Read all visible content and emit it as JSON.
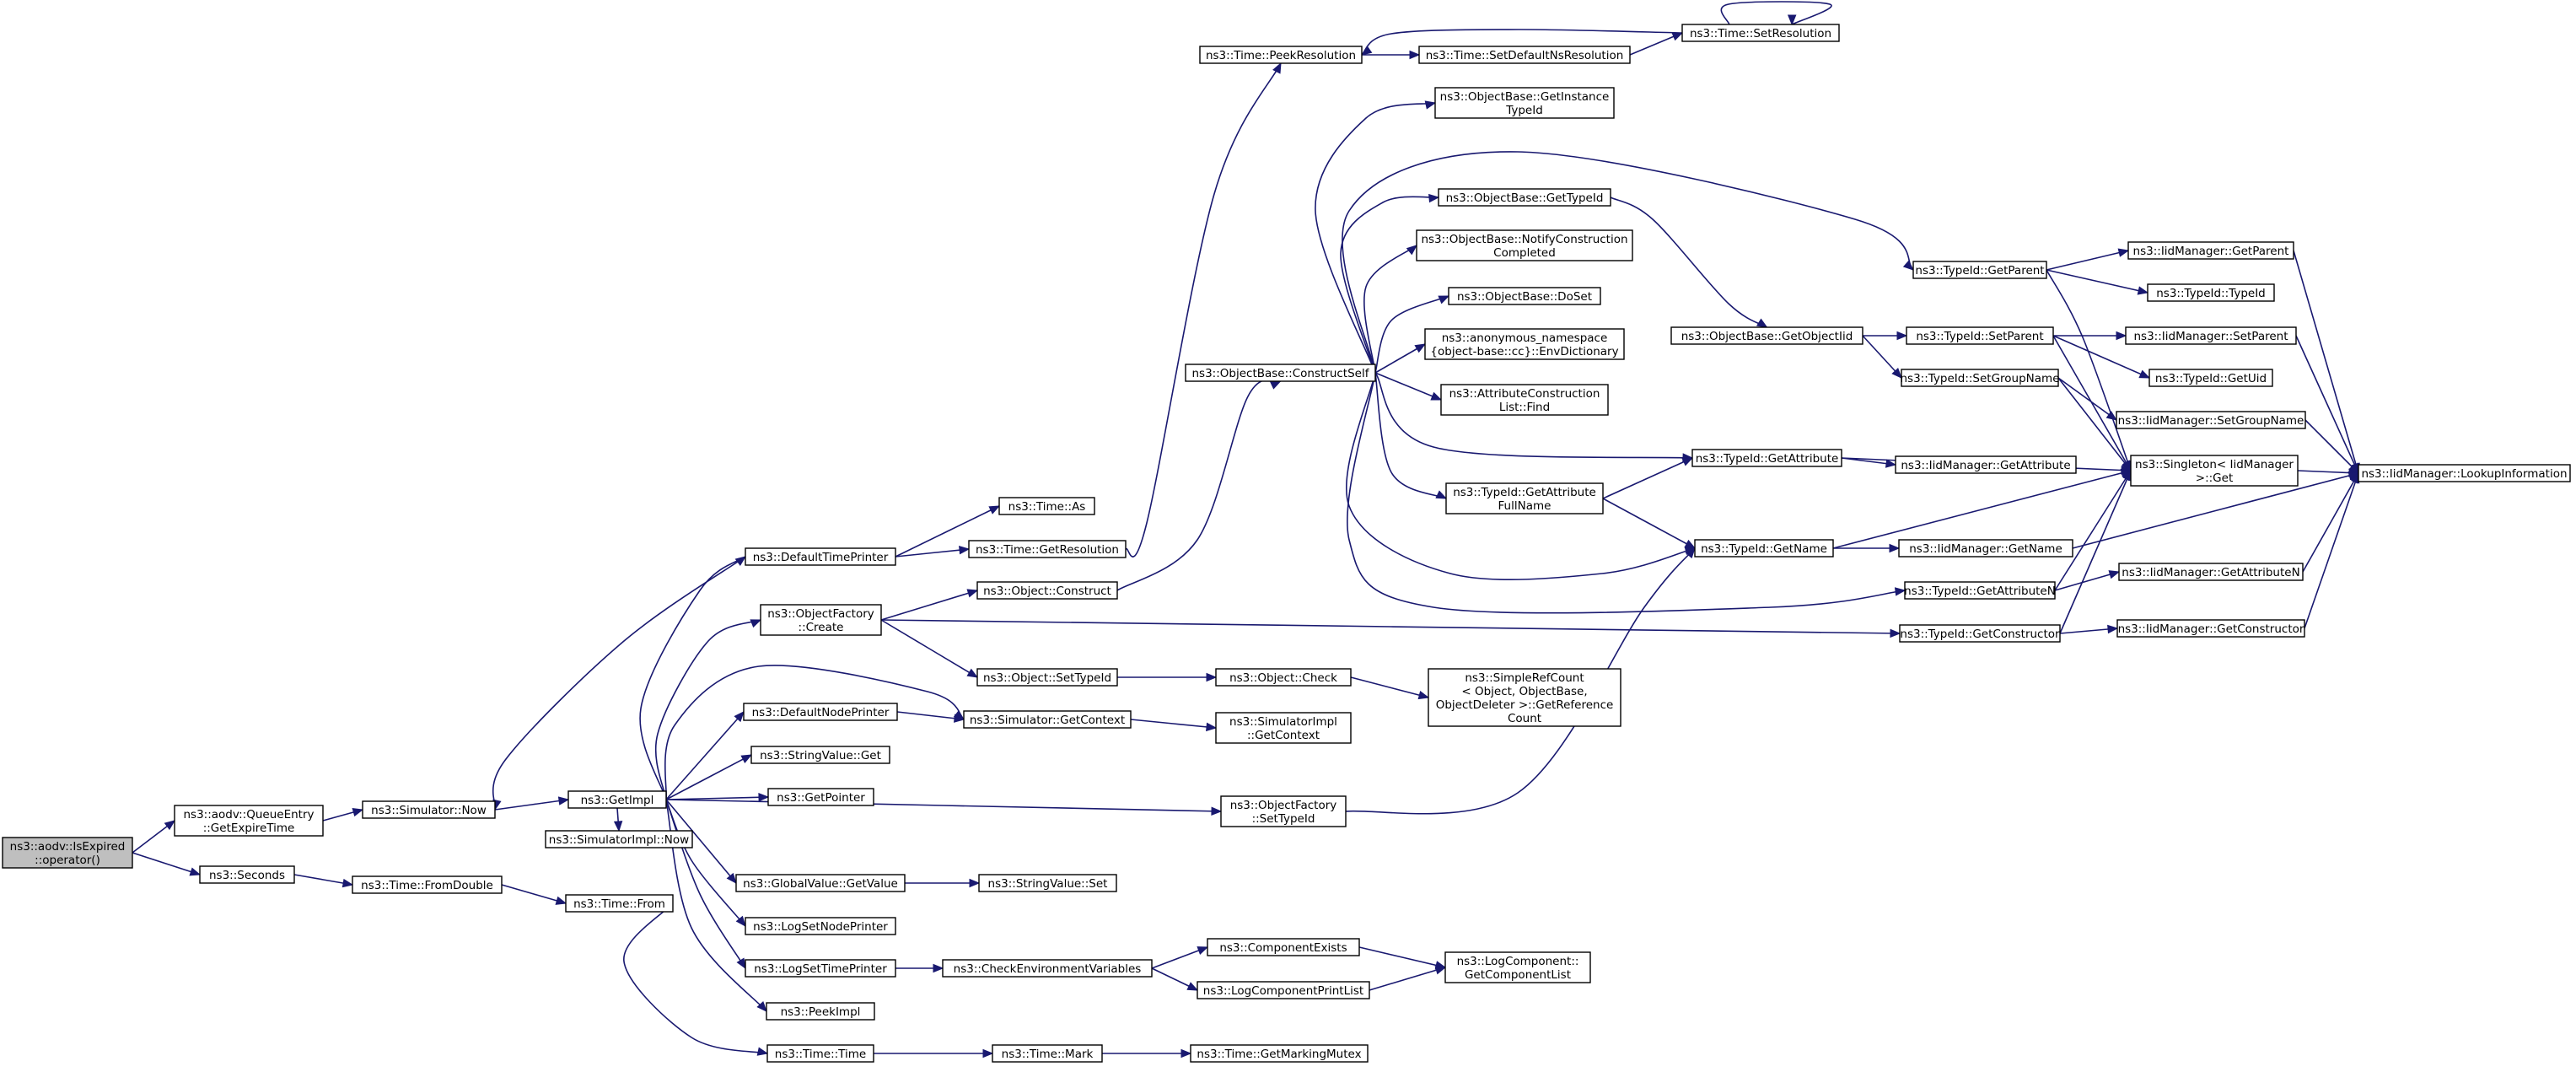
{
  "graph": {
    "colors": {
      "edge": "#191970",
      "node_border": "#000000",
      "node_fill": "#ffffff",
      "root_fill": "#bfbfbf",
      "background": "#ffffff"
    },
    "nodes": [
      {
        "id": "isexpired",
        "label": [
          "ns3::aodv::IsExpired",
          "::operator()"
        ],
        "root": true
      },
      {
        "id": "getexpiretime",
        "label": [
          "ns3::aodv::QueueEntry",
          "::GetExpireTime"
        ]
      },
      {
        "id": "seconds",
        "label": [
          "ns3::Seconds"
        ]
      },
      {
        "id": "simnow",
        "label": [
          "ns3::Simulator::Now"
        ]
      },
      {
        "id": "fromdouble",
        "label": [
          "ns3::Time::FromDouble"
        ]
      },
      {
        "id": "getimpl",
        "label": [
          "ns3::GetImpl"
        ]
      },
      {
        "id": "simimplnow",
        "label": [
          "ns3::SimulatorImpl::Now"
        ]
      },
      {
        "id": "timefrom",
        "label": [
          "ns3::Time::From"
        ]
      },
      {
        "id": "defaulttimeprinter",
        "label": [
          "ns3::DefaultTimePrinter"
        ]
      },
      {
        "id": "objfactorycreate",
        "label": [
          "ns3::ObjectFactory",
          "::Create"
        ]
      },
      {
        "id": "defaultnodeprinter",
        "label": [
          "ns3::DefaultNodePrinter"
        ]
      },
      {
        "id": "stringvalueget",
        "label": [
          "ns3::StringValue::Get"
        ]
      },
      {
        "id": "getpointer",
        "label": [
          "ns3::GetPointer"
        ]
      },
      {
        "id": "globalvaluegetvalue",
        "label": [
          "ns3::GlobalValue::GetValue"
        ]
      },
      {
        "id": "logsetnodeprinter",
        "label": [
          "ns3::LogSetNodePrinter"
        ]
      },
      {
        "id": "logsettimeprinter",
        "label": [
          "ns3::LogSetTimePrinter"
        ]
      },
      {
        "id": "peekimpl",
        "label": [
          "ns3::PeekImpl"
        ]
      },
      {
        "id": "timetime",
        "label": [
          "ns3::Time::Time"
        ]
      },
      {
        "id": "timeas",
        "label": [
          "ns3::Time::As"
        ]
      },
      {
        "id": "timegetresolution",
        "label": [
          "ns3::Time::GetResolution"
        ]
      },
      {
        "id": "objectconstruct",
        "label": [
          "ns3::Object::Construct"
        ]
      },
      {
        "id": "objectsettypeid",
        "label": [
          "ns3::Object::SetTypeId"
        ]
      },
      {
        "id": "simgetcontext",
        "label": [
          "ns3::Simulator::GetContext"
        ]
      },
      {
        "id": "stringvalueset",
        "label": [
          "ns3::StringValue::Set"
        ]
      },
      {
        "id": "checkenvvars",
        "label": [
          "ns3::CheckEnvironmentVariables"
        ]
      },
      {
        "id": "timemark",
        "label": [
          "ns3::Time::Mark"
        ]
      },
      {
        "id": "timepeekresolution",
        "label": [
          "ns3::Time::PeekResolution"
        ]
      },
      {
        "id": "constructself",
        "label": [
          "ns3::ObjectBase::ConstructSelf"
        ]
      },
      {
        "id": "objectcheck",
        "label": [
          "ns3::Object::Check"
        ]
      },
      {
        "id": "simimplgetcontext",
        "label": [
          "ns3::SimulatorImpl",
          "::GetContext"
        ]
      },
      {
        "id": "objfactorysettypeid",
        "label": [
          "ns3::ObjectFactory",
          "::SetTypeId"
        ]
      },
      {
        "id": "componentexists",
        "label": [
          "ns3::ComponentExists"
        ]
      },
      {
        "id": "logcompprintlist",
        "label": [
          "ns3::LogComponentPrintList"
        ]
      },
      {
        "id": "timegetmarkingmutex",
        "label": [
          "ns3::Time::GetMarkingMutex"
        ]
      },
      {
        "id": "setdefaultnsres",
        "label": [
          "ns3::Time::SetDefaultNsResolution"
        ]
      },
      {
        "id": "getinstancetypeid",
        "label": [
          "ns3::ObjectBase::GetInstance",
          "TypeId"
        ]
      },
      {
        "id": "objbasegettypeid",
        "label": [
          "ns3::ObjectBase::GetTypeId"
        ]
      },
      {
        "id": "notifyconstruction",
        "label": [
          "ns3::ObjectBase::NotifyConstruction",
          "Completed"
        ]
      },
      {
        "id": "objbasedoset",
        "label": [
          "ns3::ObjectBase::DoSet"
        ]
      },
      {
        "id": "envdictionary",
        "label": [
          "ns3::anonymous_namespace",
          "{object-base::cc}::EnvDictionary"
        ]
      },
      {
        "id": "attrconstructionfind",
        "label": [
          "ns3::AttributeConstruction",
          "List::Find"
        ]
      },
      {
        "id": "typeidgetattributefullname",
        "label": [
          "ns3::TypeId::GetAttribute",
          "FullName"
        ]
      },
      {
        "id": "simplerefcount",
        "label": [
          "ns3::SimpleRefCount",
          "< Object, ObjectBase,",
          "ObjectDeleter >::GetReference",
          "Count"
        ]
      },
      {
        "id": "logcompgetlist",
        "label": [
          "ns3::LogComponent::",
          "GetComponentList"
        ]
      },
      {
        "id": "timesetresolution",
        "label": [
          "ns3::Time::SetResolution"
        ]
      },
      {
        "id": "getobjectiid",
        "label": [
          "ns3::ObjectBase::GetObjectIid"
        ]
      },
      {
        "id": "typeidgetattribute",
        "label": [
          "ns3::TypeId::GetAttribute"
        ]
      },
      {
        "id": "typeidgetname",
        "label": [
          "ns3::TypeId::GetName"
        ]
      },
      {
        "id": "typeidgetparent",
        "label": [
          "ns3::TypeId::GetParent"
        ]
      },
      {
        "id": "typeidsetparent",
        "label": [
          "ns3::TypeId::SetParent"
        ]
      },
      {
        "id": "typeidsetgroupname",
        "label": [
          "ns3::TypeId::SetGroupName"
        ]
      },
      {
        "id": "typeidgetattributen",
        "label": [
          "ns3::TypeId::GetAttributeN"
        ]
      },
      {
        "id": "typeidgetconstructor",
        "label": [
          "ns3::TypeId::GetConstructor"
        ]
      },
      {
        "id": "iidgetattribute",
        "label": [
          "ns3::IidManager::GetAttribute"
        ]
      },
      {
        "id": "iidgetname",
        "label": [
          "ns3::IidManager::GetName"
        ]
      },
      {
        "id": "iidgetparent",
        "label": [
          "ns3::IidManager::GetParent"
        ]
      },
      {
        "id": "typeidtypeid",
        "label": [
          "ns3::TypeId::TypeId"
        ]
      },
      {
        "id": "iidsetparent",
        "label": [
          "ns3::IidManager::SetParent"
        ]
      },
      {
        "id": "typeidgetuid",
        "label": [
          "ns3::TypeId::GetUid"
        ]
      },
      {
        "id": "iidsetgroupname",
        "label": [
          "ns3::IidManager::SetGroupName"
        ]
      },
      {
        "id": "singletonget",
        "label": [
          "ns3::Singleton< IidManager",
          " >::Get"
        ]
      },
      {
        "id": "iidgetattributen",
        "label": [
          "ns3::IidManager::GetAttributeN"
        ]
      },
      {
        "id": "iidgetconstructor",
        "label": [
          "ns3::IidManager::GetConstructor"
        ]
      },
      {
        "id": "iidlookupinformation",
        "label": [
          "ns3::IidManager::LookupInformation"
        ]
      }
    ]
  }
}
